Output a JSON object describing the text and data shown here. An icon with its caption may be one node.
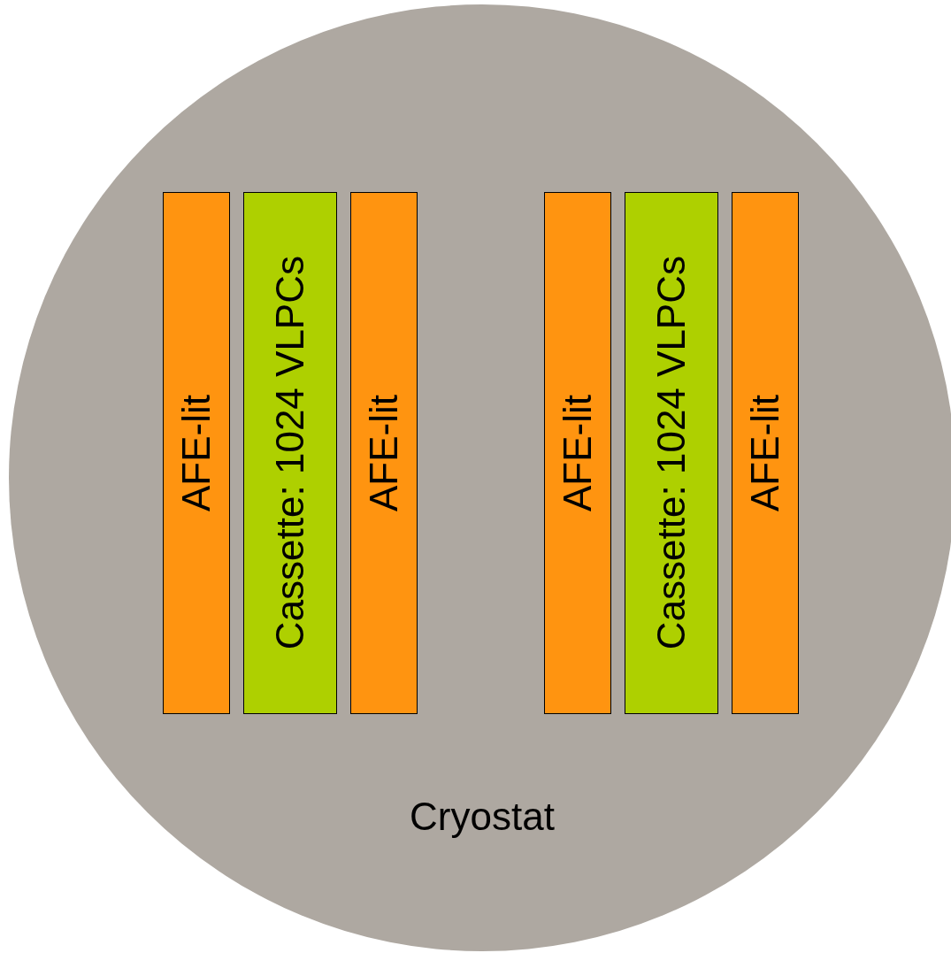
{
  "diagram": {
    "nodes": [
      {
        "text": [
          "Cryostat"
        ]
      },
      {
        "text": [
          "AFE-lit"
        ],
        "in": 0
      },
      {
        "text": [
          "Cassette: 1024 VLPCs"
        ],
        "in": 0
      },
      {
        "text": [
          "AFE-lit"
        ],
        "in": 0
      },
      {
        "text": [
          "AFE-lit"
        ],
        "in": 0
      },
      {
        "text": [
          "Cassette: 1024 VLPCs"
        ],
        "in": 0
      },
      {
        "text": [
          "AFE-lit"
        ],
        "in": 0
      }
    ]
  }
}
